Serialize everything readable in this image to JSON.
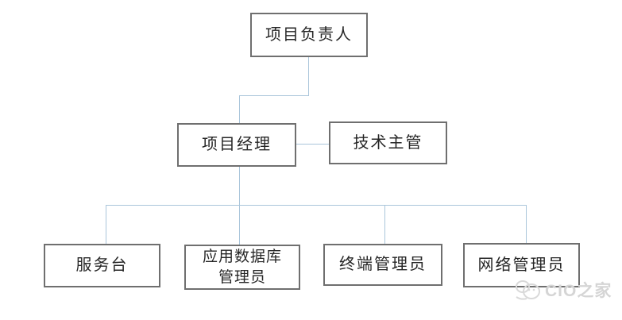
{
  "diagram_type": "org-chart",
  "nodes": {
    "project_leader": {
      "label": "项目负责人"
    },
    "project_manager": {
      "label": "项目经理"
    },
    "tech_supervisor": {
      "label": "技术主管"
    },
    "service_desk": {
      "label": "服务台"
    },
    "app_db_admin": {
      "label": "应用数据库\n管理员"
    },
    "terminal_admin": {
      "label": "终端管理员"
    },
    "network_admin": {
      "label": "网络管理员"
    }
  },
  "edges": [
    {
      "from": "项目负责人",
      "to": "项目经理",
      "type": "reports"
    },
    {
      "from": "项目经理",
      "to": "技术主管",
      "type": "peer"
    },
    {
      "from": "项目经理",
      "to": "服务台",
      "type": "reports"
    },
    {
      "from": "项目经理",
      "to": "应用数据库管理员",
      "type": "reports"
    },
    {
      "from": "项目经理",
      "to": "终端管理员",
      "type": "reports"
    },
    {
      "from": "项目经理",
      "to": "网络管理员",
      "type": "reports"
    }
  ],
  "colors": {
    "background": "#ffffff",
    "box_border": "#6f6f6f",
    "box_fill": "#ffffff",
    "text": "#262626",
    "connector": "#aac6db",
    "watermark": "#d5d5d5"
  },
  "watermark": {
    "text": "CIO之家",
    "icon": "bird-logo-icon"
  }
}
